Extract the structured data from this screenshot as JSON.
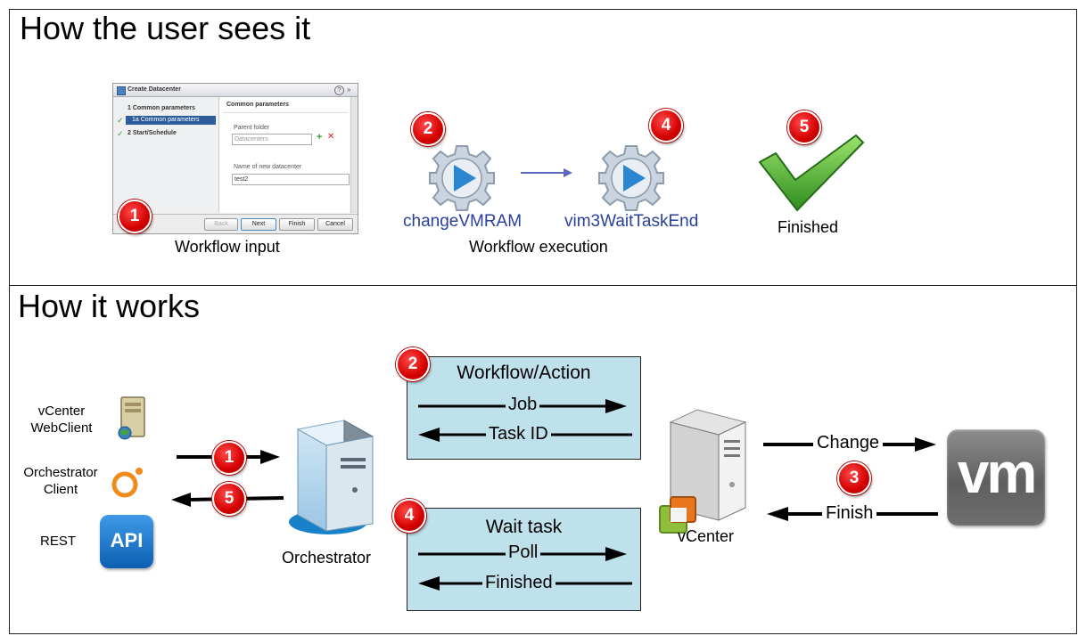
{
  "top_panel": {
    "title": "How the user sees it",
    "dialog": {
      "title": "Create Datacenter",
      "steps": [
        "1  Common parameters",
        "1a  Common parameters",
        "2  Start/Schedule"
      ],
      "section_header": "Common parameters",
      "parent_folder_label": "Parent folder",
      "parent_folder_value": "Datacenters",
      "name_label": "Name of new datacenter",
      "name_value": "test2",
      "buttons": [
        "Back",
        "Next",
        "Finish",
        "Cancel"
      ]
    },
    "workflow_input_caption": "Workflow input",
    "action1_label": "changeVMRAM",
    "action2_label": "vim3WaitTaskEnd",
    "execution_caption": "Workflow execution",
    "finished_caption": "Finished"
  },
  "bottom_panel": {
    "title": "How it works",
    "clients": {
      "webclient": "vCenter\nWebClient",
      "orchestrator_client": "Orchestrator\nClient",
      "rest": "REST",
      "api_text": "API"
    },
    "orchestrator_label": "Orchestrator",
    "workflow_box": {
      "title": "Workflow/Action",
      "job": "Job",
      "task_id": "Task ID"
    },
    "wait_box": {
      "title": "Wait task",
      "poll": "Poll",
      "finished": "Finished"
    },
    "vcenter_label": "vCenter",
    "change_label": "Change",
    "finish_label": "Finish",
    "vm_logo_text": "vm"
  },
  "badges": {
    "b1": "1",
    "b2": "2",
    "b3": "3",
    "b4": "4",
    "b5": "5"
  },
  "colors": {
    "badge_red": "#d40000",
    "action_label_blue": "#2a3f9c",
    "box_fill": "#bfe1ec",
    "check_green": "#3da12a"
  }
}
